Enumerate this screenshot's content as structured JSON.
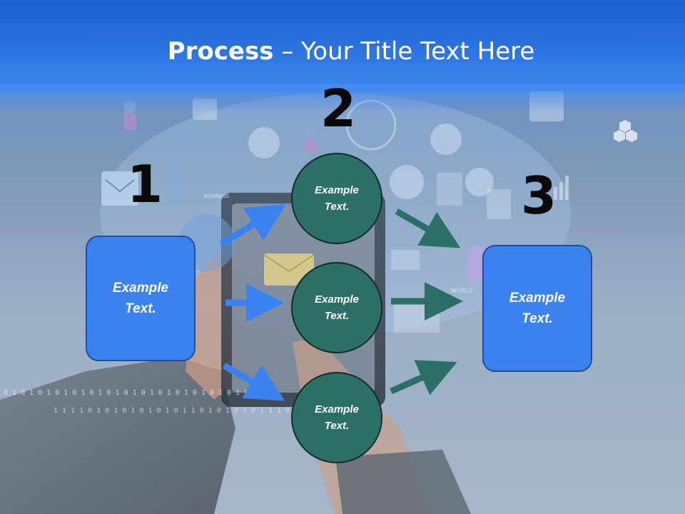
{
  "slide": {
    "title_bold": "Process",
    "title_rest": " – Your Title Text Here"
  },
  "steps": {
    "number_1": "1",
    "number_2": "2",
    "number_3": "3"
  },
  "boxes": {
    "left_text": "Example\nText.",
    "right_text": "Example\nText."
  },
  "circles": {
    "top_text": "Example\nText.",
    "middle_text": "Example\nText.",
    "bottom_text": "Example\nText."
  },
  "colors": {
    "header_blue": "#2c74e0",
    "box_blue": "#3b82f0",
    "circle_teal": "#2c6f67",
    "arrow_blue": "#3b82f0",
    "arrow_teal": "#2c6f67"
  },
  "background_image": {
    "binary_text_1": "0 1 0 1 0 1 0 1 0 1 0 1 0 1 0 1 0 1 0 1 0 1 0 1 0 1 0 1 0 1",
    "binary_text_2": "1 1 1 1 0 1 0 1 0 1 0 1 0 1 0 1 1 0 1 0 1 0 1 0 1 1 1 0 1 0",
    "icon_label_business": "BUSINESS",
    "icon_label_world": "WORLD"
  }
}
